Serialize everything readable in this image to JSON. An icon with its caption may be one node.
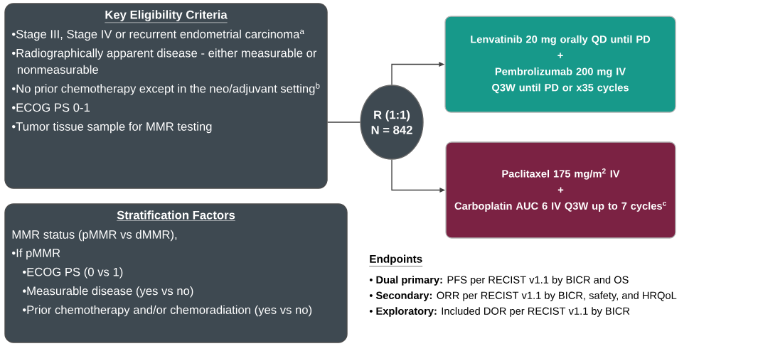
{
  "diagram": {
    "nodes": [
      {
        "text": [
          "Key Eligibility Criteria",
          "•Stage III, Stage IV or recurrent endometrial carcinoma$^{a}$",
          "•Radiographically apparent disease - either measurable or nonmeasurable",
          "•No prior chemotherapy except in the neo/adjuvant setting$^{b}$",
          "•ECOG PS 0-1",
          "•Tumor tissue sample for MMR testing"
        ]
      },
      {
        "text": [
          "Stratification Factors",
          "MMR status (pMMR vs dMMR),",
          "•If pMMR",
          "•ECOG PS (0 vs 1)",
          "•Measurable disease (yes vs no)",
          "•Prior chemotherapy and/or chemoradiation (yes vs no)"
        ]
      },
      {
        "text": [
          "R (1:1)",
          "N = 842"
        ]
      },
      {
        "text": [
          "Lenvatinib 20 mg orally QD until PD",
          "+",
          "Pembrolizumab 200 mg IV Q3W until PD or x35 cycles"
        ]
      },
      {
        "text": [
          "Paclitaxel 175 mg/m$^{2}$ IV",
          "+",
          "Carboplatin AUC 6 IV Q3W up to 7 cycles$^{c}$"
        ]
      }
    ],
    "edges": [
      {
        "from": 0,
        "to": 2,
        "arrow": "none"
      },
      {
        "from": 2,
        "to": 3,
        "arrow": "to"
      },
      {
        "from": 2,
        "to": 4,
        "arrow": "to"
      }
    ],
    "labels": [
      "Endpoints",
      "• **Dual primary:** PFS per RECIST v1.1 by BICR and OS",
      "• **Secondary:** ORR per RECIST v1.1 by BICR, safety, and HRQoL",
      "• **Exploratory:** Included DOR per RECIST v1.1 by BICR"
    ]
  }
}
